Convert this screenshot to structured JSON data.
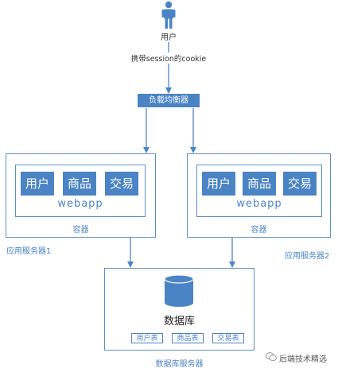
{
  "user": {
    "label": "用户"
  },
  "edge_label": "携带session的cookie",
  "load_balancer": {
    "label": "负载均衡器"
  },
  "servers": [
    {
      "caption": "应用服务器1",
      "container_label": "容器",
      "app_label": "webapp",
      "modules": [
        "用户",
        "商品",
        "交易"
      ]
    },
    {
      "caption": "应用服务器2",
      "container_label": "容器",
      "app_label": "webapp",
      "modules": [
        "用户",
        "商品",
        "交易"
      ]
    }
  ],
  "db_server": {
    "caption": "数据库服务器",
    "db_label": "数据库",
    "tables": [
      "用户表",
      "商品表",
      "交易表"
    ]
  },
  "watermark": "后端技术精选",
  "colors": {
    "accent": "#4a84c4",
    "border": "#5b8fc9"
  }
}
